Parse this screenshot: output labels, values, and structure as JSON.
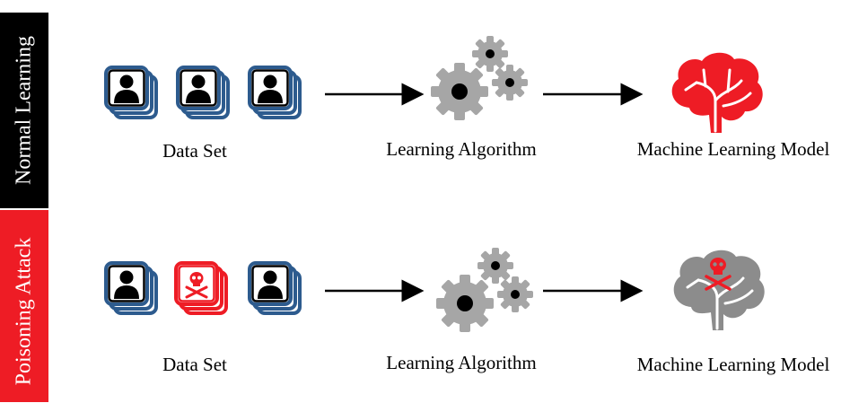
{
  "rows": [
    {
      "side_label": "Normal Learning",
      "dataset_caption": "Data Set",
      "algorithm_caption": "Learning Algorithm",
      "model_caption": "Machine Learning Model"
    },
    {
      "side_label": "Poisoning Attack",
      "dataset_caption": "Data Set",
      "algorithm_caption": "Learning Algorithm",
      "model_caption": "Machine Learning Model"
    }
  ],
  "colors": {
    "normal_band": "#000000",
    "poison_band": "#ee1c25",
    "card_blue": "#2d5b8e",
    "poison_red": "#ee1c25",
    "gear_gray": "#a6a6a6",
    "brain_gray": "#8c8c8c"
  },
  "icons": [
    "person-card-stack-icon",
    "skull-crossbones-card-stack-icon",
    "gears-icon",
    "arrow-right-icon",
    "brain-icon",
    "poisoned-brain-icon"
  ]
}
